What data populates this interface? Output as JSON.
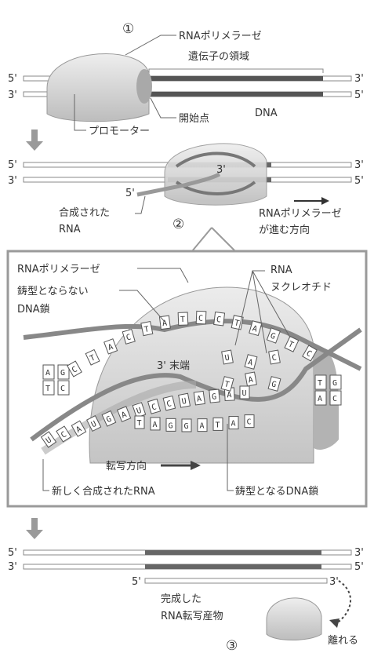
{
  "panel1": {
    "step": "①",
    "rna_polymerase": "RNAポリメラーゼ",
    "gene_region": "遺伝子の領域",
    "end5_top": "5'",
    "end3_top": "3'",
    "end3_bottom": "3'",
    "end5_bottom": "5'",
    "dna": "DNA",
    "start_point": "開始点",
    "promoter": "プロモーター"
  },
  "panel2": {
    "step": "②",
    "end5_top": "5'",
    "end3_top": "3'",
    "end3_bottom": "3'",
    "end5_bottom": "5'",
    "rna_3end": "3'",
    "rna_5end": "5'",
    "synthesized_rna_1": "合成された",
    "synthesized_rna_2": "RNA",
    "direction_1": "RNAポリメラーゼ",
    "direction_2": "が進む方向"
  },
  "detail": {
    "rna_polymerase": "RNAポリメラーゼ",
    "non_template_1": "鋳型とならない",
    "non_template_2": "DNA鎖",
    "rna_nuc_1": "RNA",
    "rna_nuc_2": "ヌクレオチド",
    "three_prime_end": "3' 末端",
    "transcription_direction": "転写方向",
    "new_rna": "新しく合成されたRNA",
    "template_strand": "鋳型となるDNA鎖",
    "left_pairs": [
      [
        "A",
        "T"
      ],
      [
        "G",
        "C"
      ]
    ],
    "right_pairs": [
      [
        "T",
        "A"
      ],
      [
        "G",
        "C"
      ]
    ],
    "top_strand_bases": [
      "C",
      "T",
      "A",
      "C",
      "T",
      "A",
      "T",
      "C",
      "C",
      "T",
      "A",
      "G",
      "T",
      "C"
    ],
    "rna_bases": [
      "U",
      "C",
      "A",
      "U",
      "G",
      "A",
      "U",
      "C",
      "C",
      "U",
      "A",
      "G",
      "A",
      "U"
    ],
    "template_bases": [
      "T",
      "A",
      "G",
      "G",
      "A",
      "T",
      "A",
      "C"
    ],
    "free_nucleotides": [
      "U",
      "A",
      "C",
      "T",
      "A",
      "G"
    ]
  },
  "panel3": {
    "step": "③",
    "end5_top": "5'",
    "end3_top": "3'",
    "end3_bottom": "3'",
    "end5_bottom": "5'",
    "rna_5": "5'",
    "rna_3": "3'",
    "complete_1": "完成した",
    "complete_2": "RNA転写産物",
    "release": "離れる"
  },
  "colors": {
    "strand": "#8a8a8a",
    "gene_dark": "#555555",
    "blob": "#d9d9d9",
    "frame": "#9a9a9a",
    "arrow": "#9a9a9a"
  }
}
